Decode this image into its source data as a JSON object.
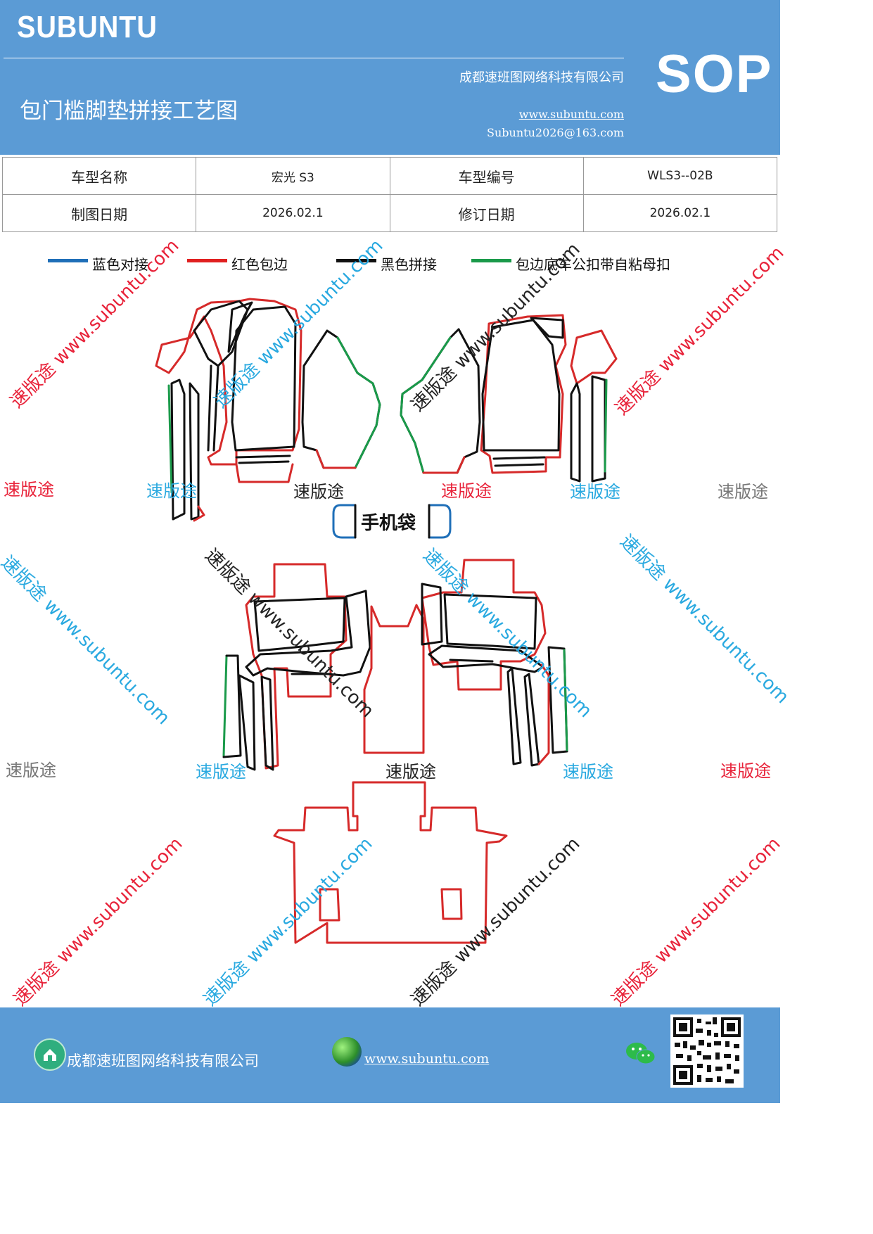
{
  "header": {
    "brand": "SUBUNTU",
    "company": "成都速班图网络科技有限公司",
    "title": "包门槛脚垫拼接工艺图",
    "website": "www.subuntu.com",
    "email": "Subuntu2026@163.com",
    "badge": "SOP"
  },
  "info_table": {
    "rows": [
      {
        "label1": "车型名称",
        "value1": "宏光 S3",
        "label2": "车型编号",
        "value2": "WLS3--02B"
      },
      {
        "label1": "制图日期",
        "value1": "2026.02.1",
        "label2": "修订日期",
        "value2": "2026.02.1"
      }
    ]
  },
  "legend": [
    {
      "label": "蓝色对接",
      "color": "#1f6fb8"
    },
    {
      "label": "红色包边",
      "color": "#e02020"
    },
    {
      "label": "黑色拼接",
      "color": "#111111"
    },
    {
      "label": "包边底车公扣带自粘母扣",
      "color": "#1a9a4a"
    }
  ],
  "diagram": {
    "phone_pocket_label": "手机袋",
    "stroke_colors": {
      "red": "#d62a2a",
      "black": "#111111",
      "green": "#1a9a4a",
      "blue": "#1f6fb8"
    }
  },
  "watermarks": {
    "brand_text": "速版途",
    "url_text": "速版途 www.subuntu.com",
    "colors": {
      "red": "#e8233a",
      "blue": "#29a9e0",
      "gray": "#777777",
      "black": "#222222"
    }
  },
  "footer": {
    "company": "成都速班图网络科技有限公司",
    "website": "www.subuntu.com"
  }
}
